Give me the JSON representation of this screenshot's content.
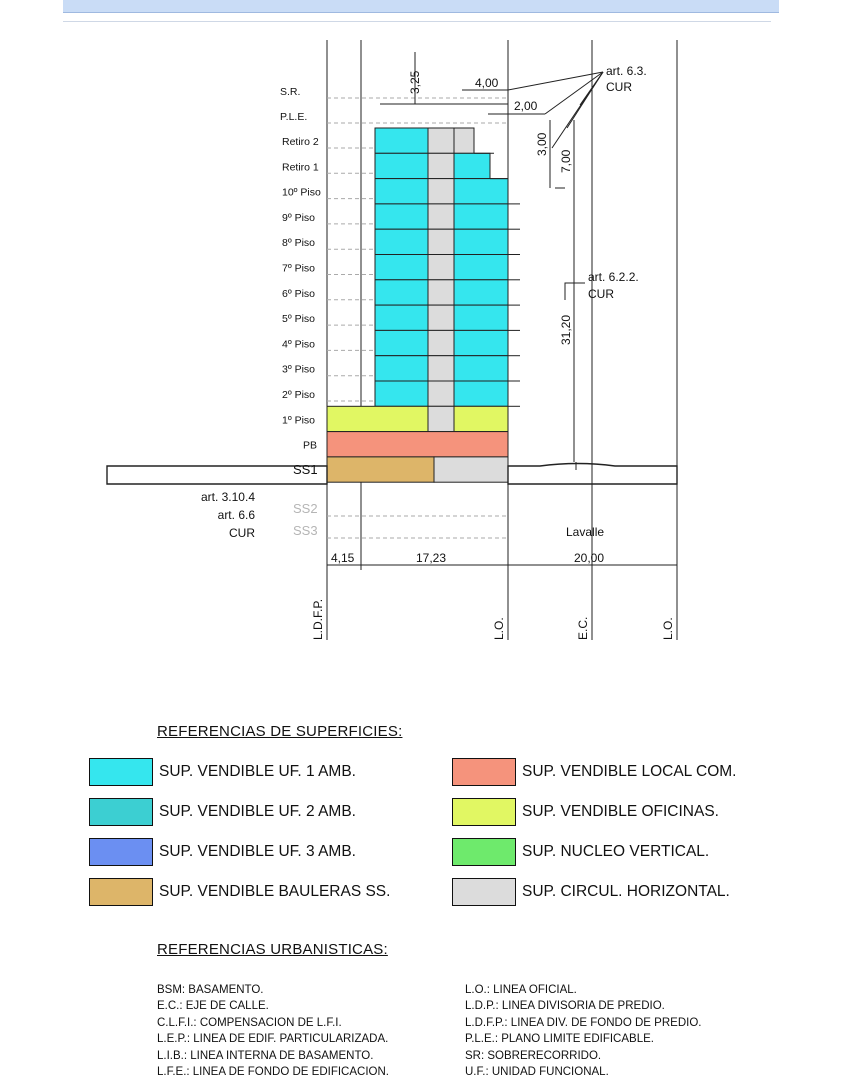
{
  "diagram": {
    "top_levels": [
      "S.R.",
      "P.L.E."
    ],
    "floors": [
      "Retiro 2",
      "Retiro 1",
      "10º Piso",
      "9º Piso",
      "8º Piso",
      "7º Piso",
      "6º Piso",
      "5º Piso",
      "4º Piso",
      "3º Piso",
      "2º Piso",
      "1º Piso",
      "PB",
      "SS1"
    ],
    "basements_faded": [
      "SS2",
      "SS3"
    ],
    "dims": {
      "d325": "3,25",
      "d400": "4,00",
      "d200": "2,00",
      "d300": "3,00",
      "d700": "7,00",
      "d3120": "31,20",
      "d415": "4,15",
      "d1723": "17,23",
      "d2000": "20,00"
    },
    "notes": {
      "art63_a": "art. 6.3.",
      "art63_b": "CUR",
      "art622_a": "art. 6.2.2.",
      "art622_b": "CUR",
      "art310_a": "art. 3.10.4",
      "art310_b": "art. 6.6",
      "art310_c": "CUR"
    },
    "street": "Lavalle",
    "lines": [
      "L.D.F.P.",
      "L.O.",
      "E.C.",
      "L.O."
    ]
  },
  "legend": {
    "title": "REFERENCIAS DE SUPERFICIES:",
    "items": [
      {
        "label": "SUP. VENDIBLE UF. 1 AMB.",
        "color": "#35e6ee"
      },
      {
        "label": "SUP. VENDIBLE UF. 2 AMB.",
        "color": "#3ccfd2"
      },
      {
        "label": "SUP. VENDIBLE UF. 3 AMB.",
        "color": "#6b8ff2"
      },
      {
        "label": "SUP. VENDIBLE BAULERAS SS.",
        "color": "#ddb569"
      },
      {
        "label": "SUP. VENDIBLE LOCAL COM.",
        "color": "#f5937c"
      },
      {
        "label": "SUP. VENDIBLE OFICINAS.",
        "color": "#e1f763"
      },
      {
        "label": "SUP. NUCLEO VERTICAL.",
        "color": "#6eea6c"
      },
      {
        "label": "SUP. CIRCUL. HORIZONTAL.",
        "color": "#dcdcdc"
      }
    ]
  },
  "urban": {
    "title": "REFERENCIAS URBANISTICAS:",
    "left": [
      "BSM: BASAMENTO.",
      "E.C.: EJE DE CALLE.",
      "C.L.F.I.: COMPENSACION DE L.F.I.",
      "L.E.P.: LINEA DE EDIF. PARTICULARIZADA.",
      "L.I.B.: LINEA INTERNA DE BASAMENTO.",
      "L.F.E.: LINEA DE FONDO DE EDIFICACION."
    ],
    "right": [
      "L.O.: LINEA OFICIAL.",
      "L.D.P.: LINEA DIVISORIA DE PREDIO.",
      "L.D.F.P.: LINEA DIV. DE FONDO DE PREDIO.",
      "P.L.E.: PLANO LIMITE EDIFICABLE.",
      "SR: SOBRERECORRIDO.",
      "U.F.: UNIDAD FUNCIONAL."
    ]
  }
}
